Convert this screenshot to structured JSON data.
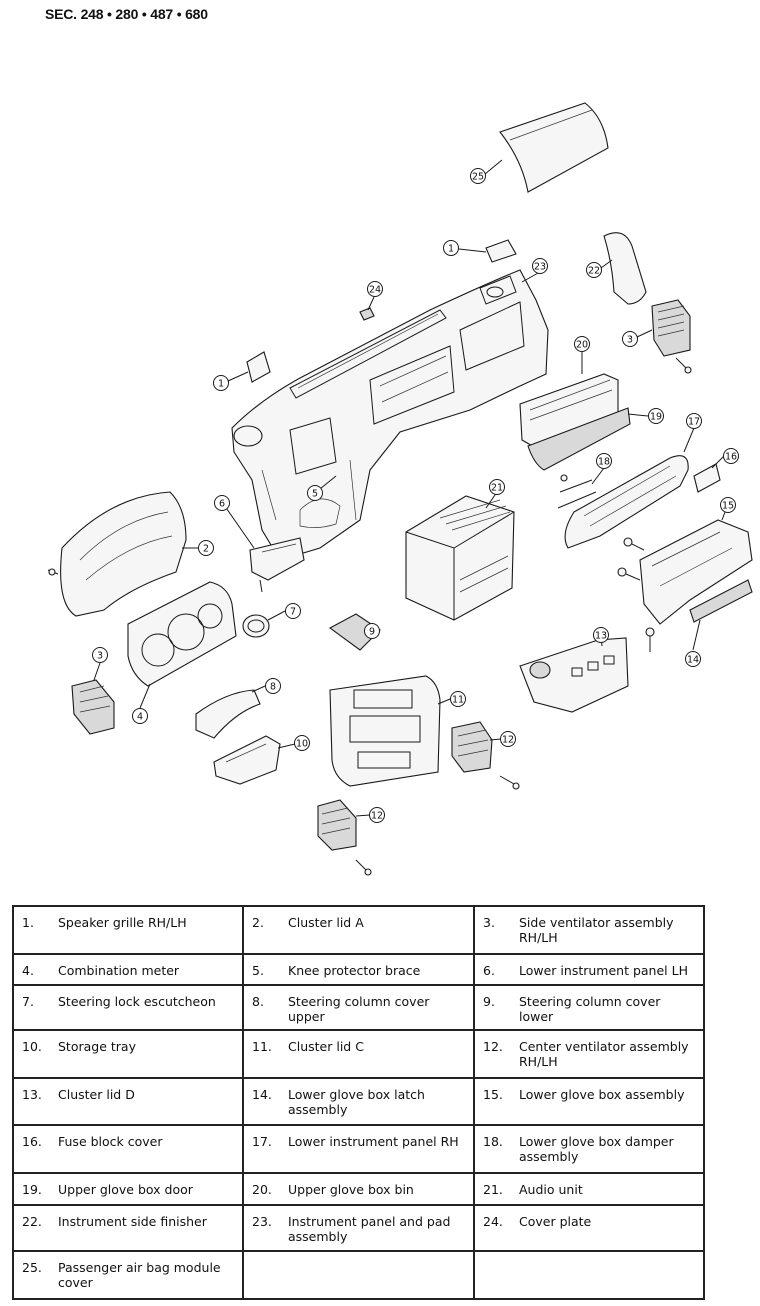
{
  "header": {
    "section_code": "SEC. 248 • 280 • 487 • 680"
  },
  "diagram": {
    "callouts": [
      "25",
      "1",
      "23",
      "22",
      "24",
      "3",
      "1",
      "20",
      "19",
      "17",
      "16",
      "18",
      "6",
      "5",
      "21",
      "2",
      "15",
      "7",
      "9",
      "14",
      "13",
      "3",
      "8",
      "11",
      "4",
      "10",
      "12",
      "12"
    ]
  },
  "legend": {
    "rows": [
      [
        {
          "num": "1.",
          "desc": "Speaker grille RH/LH"
        },
        {
          "num": "2.",
          "desc": "Cluster lid A"
        },
        {
          "num": "3.",
          "desc": "Side ventilator assembly RH/LH"
        }
      ],
      [
        {
          "num": "4.",
          "desc": "Combination meter"
        },
        {
          "num": "5.",
          "desc": "Knee protector brace"
        },
        {
          "num": "6.",
          "desc": "Lower instrument panel LH"
        }
      ],
      [
        {
          "num": "7.",
          "desc": "Steering lock escutcheon"
        },
        {
          "num": "8.",
          "desc": "Steering column cover upper"
        },
        {
          "num": "9.",
          "desc": "Steering column cover lower"
        }
      ],
      [
        {
          "num": "10.",
          "desc": "Storage tray"
        },
        {
          "num": "11.",
          "desc": "Cluster lid C"
        },
        {
          "num": "12.",
          "desc": "Center ventilator assembly RH/LH"
        }
      ],
      [
        {
          "num": "13.",
          "desc": "Cluster lid D"
        },
        {
          "num": "14.",
          "desc": "Lower glove box latch assembly"
        },
        {
          "num": "15.",
          "desc": "Lower glove box assembly"
        }
      ],
      [
        {
          "num": "16.",
          "desc": "Fuse block cover"
        },
        {
          "num": "17.",
          "desc": "Lower instrument panel RH"
        },
        {
          "num": "18.",
          "desc": "Lower glove box damper assembly"
        }
      ],
      [
        {
          "num": "19.",
          "desc": "Upper glove box door"
        },
        {
          "num": "20.",
          "desc": "Upper glove box bin"
        },
        {
          "num": "21.",
          "desc": "Audio unit"
        }
      ],
      [
        {
          "num": "22.",
          "desc": "Instrument side finisher"
        },
        {
          "num": "23.",
          "desc": "Instrument panel and pad assembly"
        },
        {
          "num": "24.",
          "desc": "Cover plate"
        }
      ],
      [
        {
          "num": "25.",
          "desc": "Passenger air bag module cover"
        },
        {
          "num": "",
          "desc": ""
        },
        {
          "num": "",
          "desc": ""
        }
      ]
    ]
  }
}
